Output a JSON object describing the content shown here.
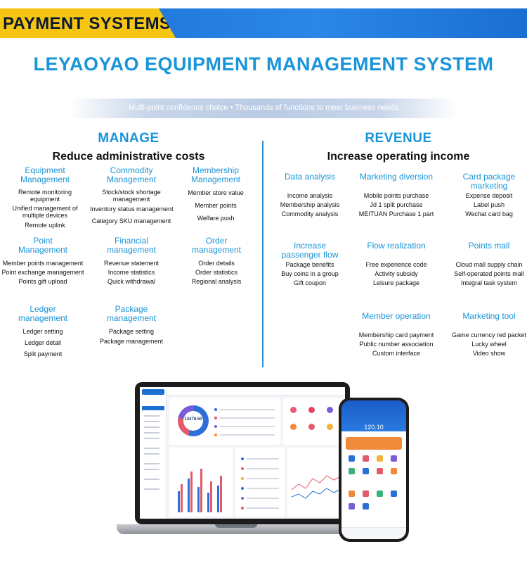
{
  "banner": {
    "label": "PAYMENT SYSTEMS",
    "colors": {
      "accent": "#f6c412",
      "bar": "#1a6fd0"
    }
  },
  "title": "LEYAOYAO EQUIPMENT MANAGEMENT SYSTEM",
  "tagline": "Multi-point confidence choice • Thousands of functions to meet business needs",
  "manage": {
    "heading": "MANAGE",
    "subheading": "Reduce administrative costs",
    "features": [
      {
        "title": [
          "Equipment",
          "Management"
        ],
        "items": [
          "Remote monitoring equipment",
          "Unified management of multiple devices",
          "Remote uplink"
        ]
      },
      {
        "title": [
          "Commodity",
          "Management"
        ],
        "items": [
          "Stock/stock shortage management",
          "Inventory status management",
          "Category SKU management"
        ]
      },
      {
        "title": [
          "Membership",
          "Management"
        ],
        "items": [
          "Member store value",
          "Member points",
          "Welfare push"
        ]
      },
      {
        "title": [
          "Point",
          "Management"
        ],
        "items": [
          "Member points management",
          "Point exchange management",
          "Points gift upload"
        ]
      },
      {
        "title": [
          "Financial",
          "management"
        ],
        "items": [
          "Revenue statement",
          "Income statistics",
          "Quick withdrawal"
        ]
      },
      {
        "title": [
          "Order",
          "management"
        ],
        "items": [
          "Order details",
          "Order statistics",
          "Regional analysis"
        ]
      },
      {
        "title": [
          "Ledger",
          "management"
        ],
        "items": [
          "Ledger setting",
          "Ledger detail",
          "Split payment"
        ]
      },
      {
        "title": [
          "Package",
          "management"
        ],
        "items": [
          "Package setting",
          "Package management"
        ]
      }
    ]
  },
  "revenue": {
    "heading": "REVENUE",
    "subheading": "Increase operating income",
    "features": [
      {
        "title": [
          "Data analysis"
        ],
        "items": [
          "Income analysis",
          "Membership analysis",
          "Commodity analysis"
        ]
      },
      {
        "title": [
          "Marketing diversion"
        ],
        "items": [
          "Mobile points purchase",
          "Jd 1 split purchase",
          "MEITUAN Purchase 1 part"
        ]
      },
      {
        "title": [
          "Card package",
          "marketing"
        ],
        "items": [
          "Expense deposit",
          "Label push",
          "Wechat card bag"
        ]
      },
      {
        "title": [
          "Increase",
          "passenger flow"
        ],
        "items": [
          "Package benefits",
          "Buy coins in a group",
          "Gift coupon"
        ]
      },
      {
        "title": [
          "Flow realization"
        ],
        "items": [
          "Free experience code",
          "Activity subsidy",
          "Leisure package"
        ]
      },
      {
        "title": [
          "Points mall"
        ],
        "items": [
          "Cloud mall supply chain",
          "Self-operated points mall",
          "Integral task system"
        ]
      },
      {
        "title": [
          "Member operation"
        ],
        "items": [
          "Membership card payment",
          "Public number association",
          "Custom interface"
        ]
      },
      {
        "title": [
          "Marketing tool"
        ],
        "items": [
          "Game currency red packet",
          "Lucky wheel",
          "Video show"
        ]
      }
    ]
  },
  "devices": {
    "laptop": {
      "donut_value": "13478.50"
    },
    "phone": {
      "balance": "120.10"
    }
  }
}
